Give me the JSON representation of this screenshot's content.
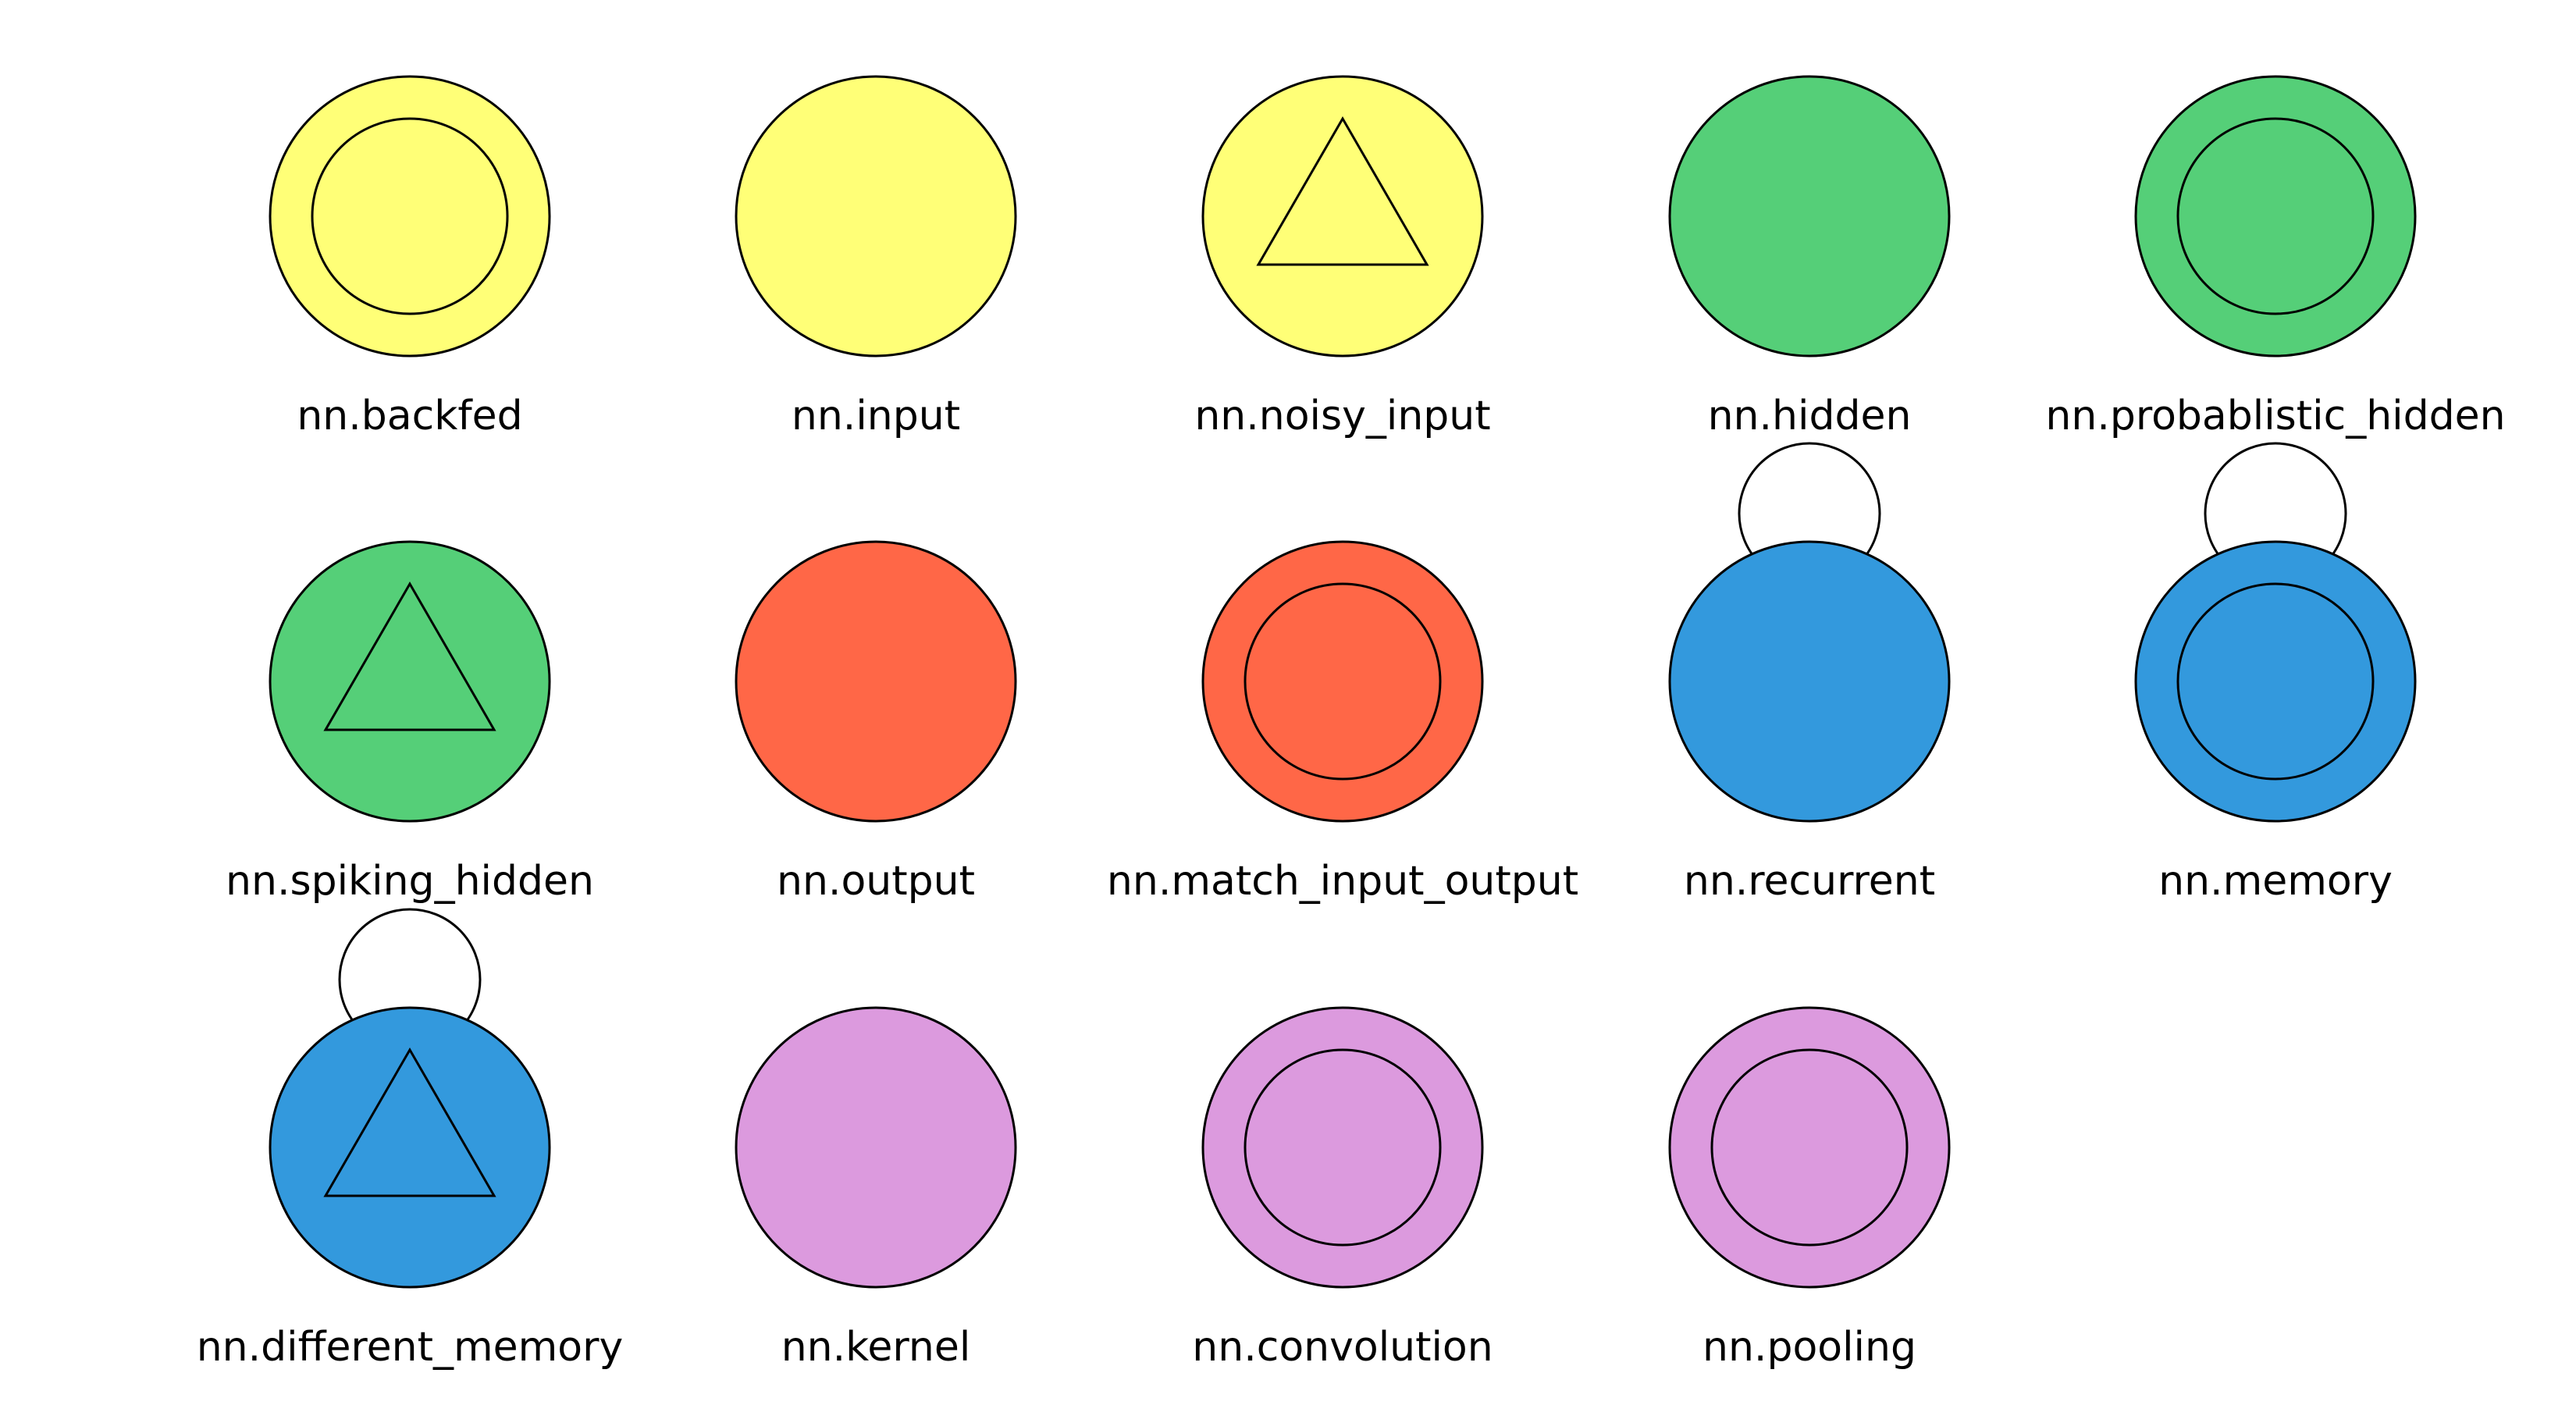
{
  "colors": {
    "yellow": "#FFFF77",
    "green": "#55CF78",
    "red": "#FF6747",
    "blue": "#3399DD",
    "violet": "#DC9ADE",
    "stroke": "#000000"
  },
  "nodes": [
    {
      "label": "nn.backfed",
      "fill": "yellow",
      "marker": "inner-circle",
      "loop": false
    },
    {
      "label": "nn.input",
      "fill": "yellow",
      "marker": "none",
      "loop": false
    },
    {
      "label": "nn.noisy_input",
      "fill": "yellow",
      "marker": "triangle",
      "loop": false
    },
    {
      "label": "nn.hidden",
      "fill": "green",
      "marker": "none",
      "loop": false
    },
    {
      "label": "nn.probablistic_hidden",
      "fill": "green",
      "marker": "inner-circle",
      "loop": false
    },
    {
      "label": "nn.spiking_hidden",
      "fill": "green",
      "marker": "triangle",
      "loop": false
    },
    {
      "label": "nn.output",
      "fill": "red",
      "marker": "none",
      "loop": false
    },
    {
      "label": "nn.match_input_output",
      "fill": "red",
      "marker": "inner-circle",
      "loop": false
    },
    {
      "label": "nn.recurrent",
      "fill": "blue",
      "marker": "none",
      "loop": true
    },
    {
      "label": "nn.memory",
      "fill": "blue",
      "marker": "inner-circle",
      "loop": true
    },
    {
      "label": "nn.different_memory",
      "fill": "blue",
      "marker": "triangle",
      "loop": true
    },
    {
      "label": "nn.kernel",
      "fill": "violet",
      "marker": "none",
      "loop": false
    },
    {
      "label": "nn.convolution",
      "fill": "violet",
      "marker": "inner-circle",
      "loop": false
    },
    {
      "label": "nn.pooling",
      "fill": "violet",
      "marker": "inner-circle",
      "loop": false
    }
  ]
}
